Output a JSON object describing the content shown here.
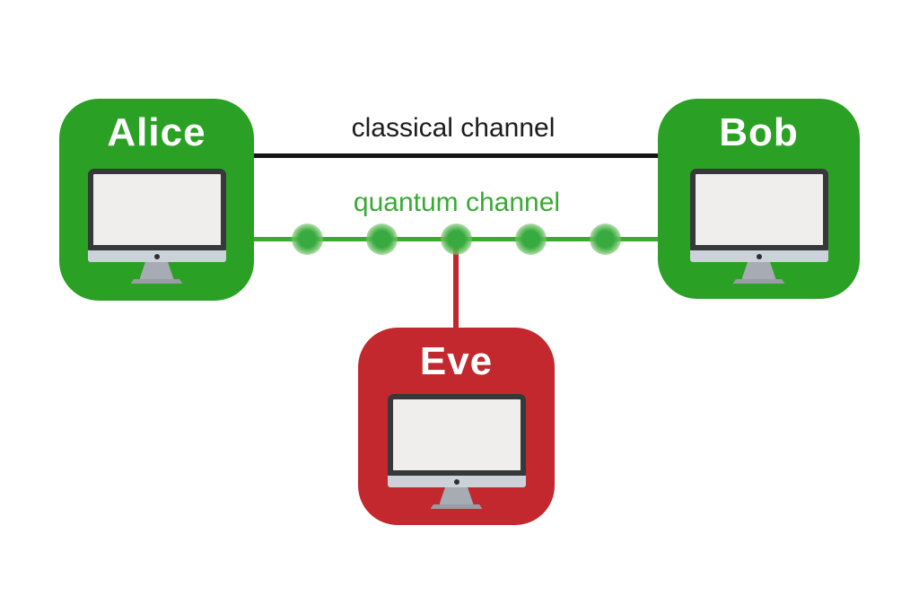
{
  "diagram": {
    "background": "#ffffff",
    "nodes": {
      "alice": {
        "label": "Alice",
        "color": "#2aa124",
        "text_color": "#ffffff",
        "icon": "desktop-computer"
      },
      "bob": {
        "label": "Bob",
        "color": "#2aa124",
        "text_color": "#ffffff",
        "icon": "desktop-computer"
      },
      "eve": {
        "label": "Eve",
        "color": "#c2282e",
        "text_color": "#ffffff",
        "icon": "desktop-computer"
      }
    },
    "channels": {
      "classical": {
        "label": "classical channel",
        "line_color": "#141414",
        "label_color": "#1c1c1c",
        "connects": "alice-bob"
      },
      "quantum": {
        "label": "quantum channel",
        "line_color": "#3aad2e",
        "label_color": "#3aa935",
        "connects": "alice-bob",
        "photon_count": 5,
        "photon_color": "#37aa40"
      },
      "eve_tap": {
        "line_color": "#c2272d",
        "connects": "quantum-eve"
      }
    }
  }
}
